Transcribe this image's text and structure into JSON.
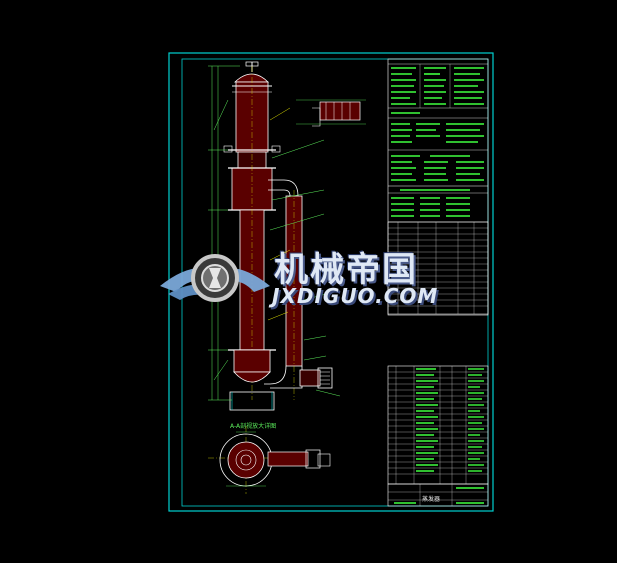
{
  "watermark": {
    "chinese": "机械帝国",
    "english": "JXDIGUO.COM"
  },
  "drawing": {
    "section_title": "A-A剖视放大详图",
    "title_block_name": "蒸发器"
  },
  "colors": {
    "frame": "#00d0d0",
    "table_text": "#40ff40",
    "vessel_fill": "#5a0000",
    "lines": "#ffffff",
    "yellow": "#e0e000"
  }
}
